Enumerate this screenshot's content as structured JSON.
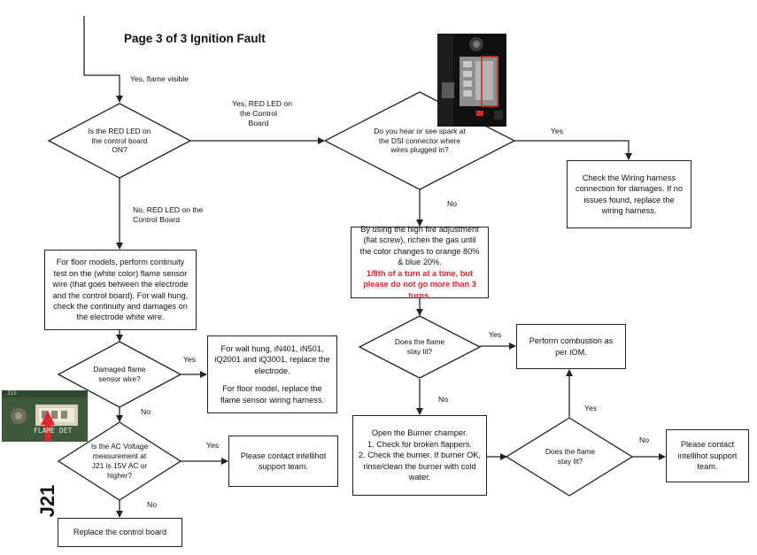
{
  "title": "Page 3 of 3 Ignition Fault",
  "decisions": {
    "red_led": "Is the RED LED on the control board ON?",
    "spark": "Do you hear or see spark at the DSI connector where wires plugged in?",
    "flame_lit_1": "Does the flame stay lit?",
    "damaged_wire": "Damaged flame sensor wire?",
    "ac_voltage": "Is the AC Voltage measurement at J21 is 15V AC or higher?",
    "flame_lit_2": "Does the flame stay lit?"
  },
  "boxes": {
    "wiring_harness": "Check the Wiring harness connection for damages. If no issues found, replace the wiring harness.",
    "high_fire": "By using the high fire adjustment (flat screw), richen the gas until the color changes to orange 80% & blue 20%.",
    "high_fire_warning": "1/8th of a turn at a time, but please do not go more than 3 turns.",
    "continuity": "For floor models, perform continuity test on the (white color) flame sensor wire (that goes between the electrode and the control board). For wall hung, check the continuity and damages on the electrode white wire.",
    "replace_electrode_1": "For wall hung, iN401, iN501, iQ2001 and iQ3001, replace the electrode.",
    "replace_electrode_2": "For floor model, replace the flame sensor wiring harness.",
    "combustion": "Perform combustion as per IOM.",
    "burner_1": "Open the Burner champer.",
    "burner_2": "1. Check for broken flappers.",
    "burner_3": "2. Check the burner. If burner OK, rinse/clean the burner with cold water.",
    "contact_1": "Please contact intellihot support team.",
    "contact_2": "Please contact intellihot support team.",
    "replace_board": "Replace the control board"
  },
  "edges": {
    "yes_flame_visible": "Yes, flame visible",
    "yes_red_led_1": "Yes, RED LED on",
    "yes_red_led_2": "the Control",
    "yes_red_led_3": "Board",
    "no_red_led_1": "No, RED LED on the",
    "no_red_led_2": "Control Board",
    "spark_yes": "Yes",
    "spark_no": "No",
    "flame1_yes": "Yes",
    "flame1_no": "No",
    "damaged_yes": "Yes",
    "damaged_no": "No",
    "ac_yes": "Yes",
    "ac_no": "No",
    "flame2_yes": "Yes",
    "flame2_no": "No"
  },
  "photo_labels": {
    "j21": "J21",
    "flame_det": "FLAME DET",
    "j13": "J13"
  },
  "colors": {
    "line": "#222222",
    "warning_text": "#e0262b",
    "arrow_red": "#e3262e",
    "photo_frame": "#cc2b2b"
  }
}
